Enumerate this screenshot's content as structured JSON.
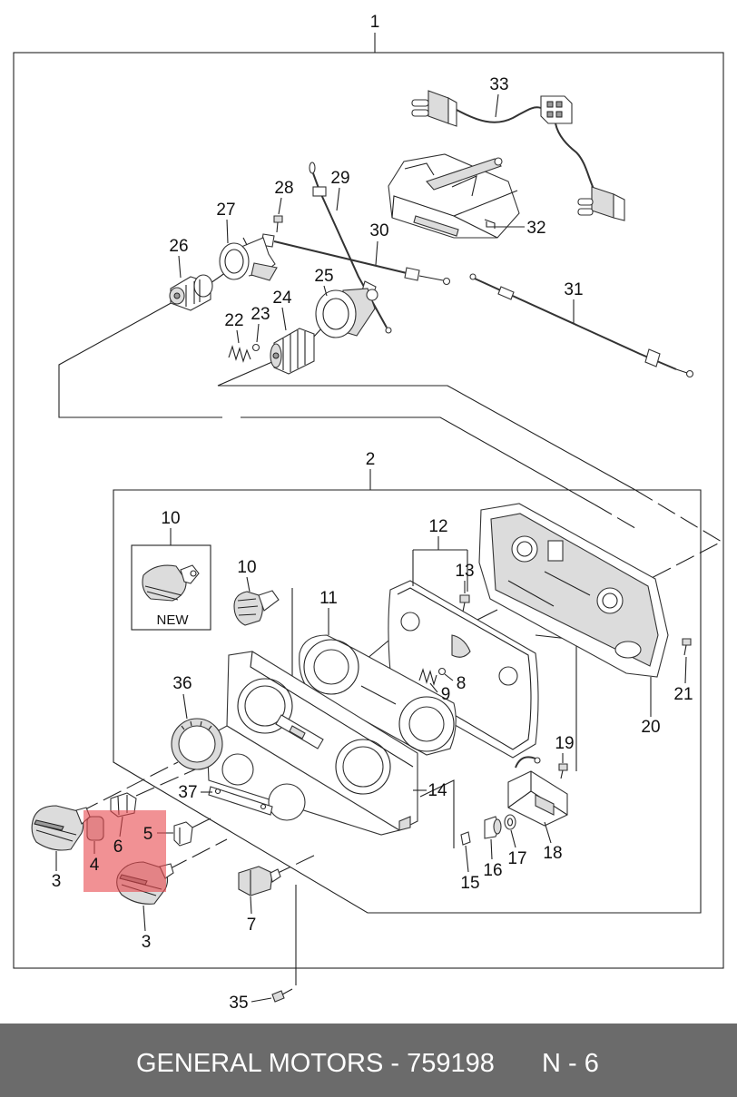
{
  "footer": {
    "title": "GENERAL MOTORS - 759198",
    "page": "N - 6"
  },
  "new_label": "NEW",
  "callouts": {
    "c1": "1",
    "c2": "2",
    "c3a": "3",
    "c3b": "3",
    "c4": "4",
    "c5": "5",
    "c6": "6",
    "c7": "7",
    "c8": "8",
    "c9": "9",
    "c10a": "10",
    "c10b": "10",
    "c11": "11",
    "c12": "12",
    "c13": "13",
    "c14": "14",
    "c15": "15",
    "c16": "16",
    "c17": "17",
    "c18": "18",
    "c19": "19",
    "c20": "20",
    "c21": "21",
    "c22": "22",
    "c23": "23",
    "c24": "24",
    "c25": "25",
    "c26": "26",
    "c27": "27",
    "c28": "28",
    "c29": "29",
    "c30": "30",
    "c31": "31",
    "c32": "32",
    "c33": "33",
    "c35": "35",
    "c36": "36",
    "c37": "37"
  },
  "colors": {
    "highlight": "#e8474c",
    "footer_bg": "#6b6b6b",
    "line": "#222222"
  }
}
